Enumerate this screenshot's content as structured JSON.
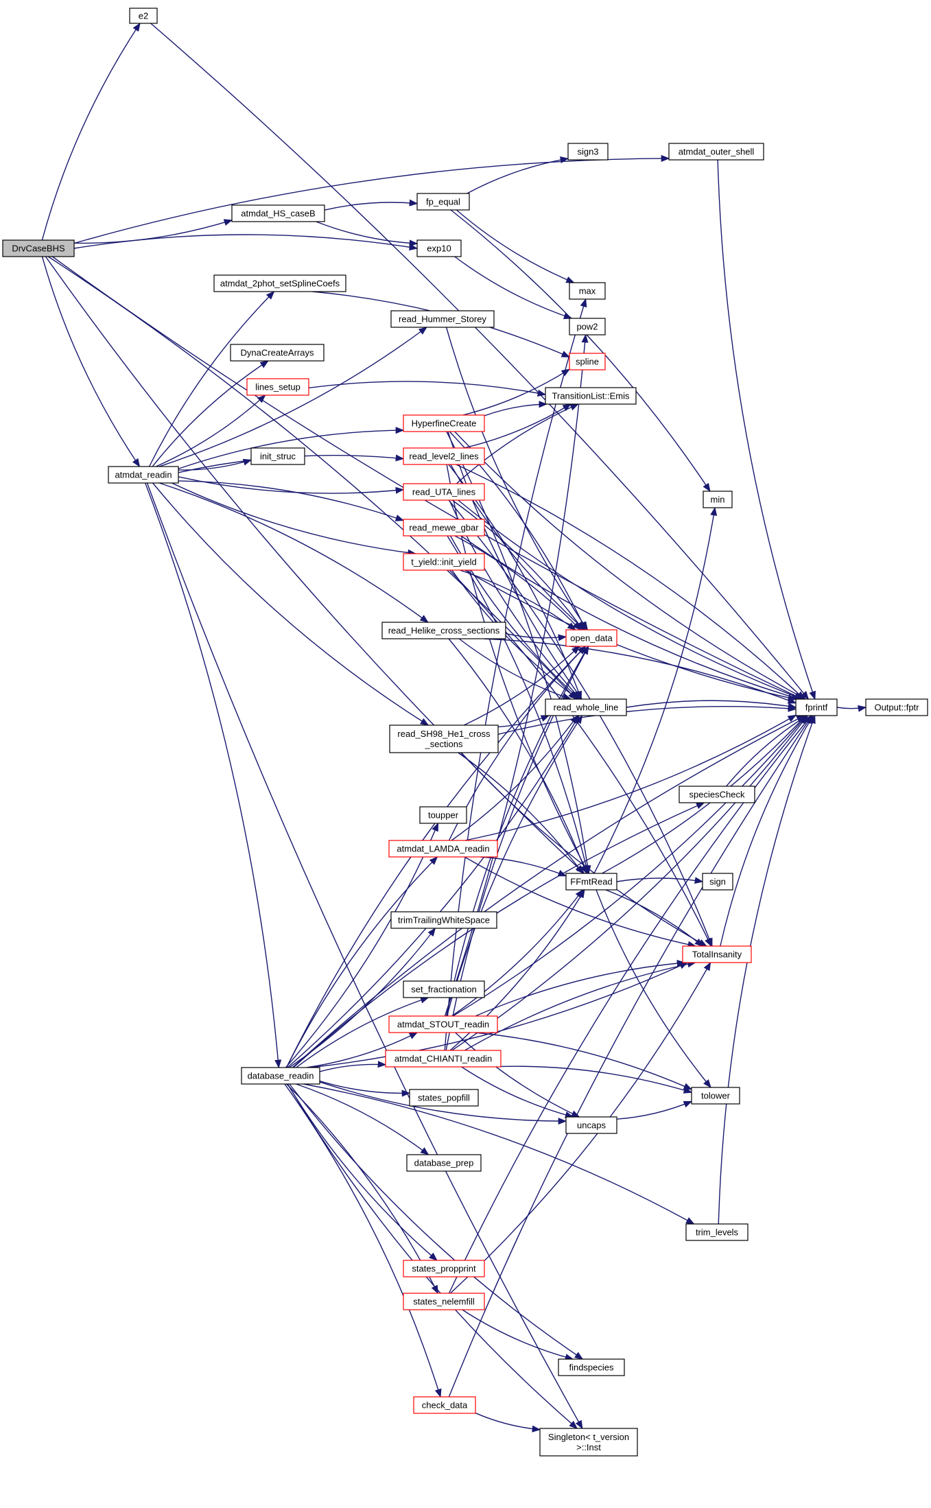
{
  "graph": {
    "nodes": [
      {
        "id": "DrvCaseBHS",
        "label": "DrvCaseBHS",
        "root": true
      },
      {
        "id": "e2",
        "label": "e2"
      },
      {
        "id": "atmdat_outer_shell",
        "label": "atmdat_outer_shell"
      },
      {
        "id": "sign3",
        "label": "sign3"
      },
      {
        "id": "fp_equal",
        "label": "fp_equal"
      },
      {
        "id": "atmdat_HS_caseB",
        "label": "atmdat_HS_caseB"
      },
      {
        "id": "exp10",
        "label": "exp10"
      },
      {
        "id": "atmdat_2phot_setSplineCoefs",
        "label": "atmdat_2phot_setSplineCoefs"
      },
      {
        "id": "max",
        "label": "max"
      },
      {
        "id": "read_Hummer_Storey",
        "label": "read_Hummer_Storey"
      },
      {
        "id": "pow2",
        "label": "pow2"
      },
      {
        "id": "DynaCreateArrays",
        "label": "DynaCreateArrays"
      },
      {
        "id": "spline",
        "label": "spline",
        "red": true
      },
      {
        "id": "lines_setup",
        "label": "lines_setup",
        "red": true
      },
      {
        "id": "TransitionList_Emis",
        "label": "TransitionList::Emis"
      },
      {
        "id": "HyperfineCreate",
        "label": "HyperfineCreate",
        "red": true
      },
      {
        "id": "init_struc",
        "label": "init_struc"
      },
      {
        "id": "read_level2_lines",
        "label": "read_level2_lines",
        "red": true
      },
      {
        "id": "atmdat_readin",
        "label": "atmdat_readin"
      },
      {
        "id": "read_UTA_lines",
        "label": "read_UTA_lines",
        "red": true
      },
      {
        "id": "min",
        "label": "min"
      },
      {
        "id": "read_mewe_gbar",
        "label": "read_mewe_gbar",
        "red": true
      },
      {
        "id": "t_yield_init_yield",
        "label": "t_yield::init_yield",
        "red": true
      },
      {
        "id": "read_Helike_cross_sections",
        "label": "read_Helike_cross_sections"
      },
      {
        "id": "open_data",
        "label": "open_data",
        "red": true
      },
      {
        "id": "read_whole_line",
        "label": "read_whole_line"
      },
      {
        "id": "fprintf",
        "label": "fprintf"
      },
      {
        "id": "Output_fptr",
        "label": "Output::fptr"
      },
      {
        "id": "read_SH98_He1_cross_sections",
        "label": "read_SH98_He1_cross\n_sections"
      },
      {
        "id": "speciesCheck",
        "label": "speciesCheck"
      },
      {
        "id": "toupper",
        "label": "toupper"
      },
      {
        "id": "atmdat_LAMDA_readin",
        "label": "atmdat_LAMDA_readin",
        "red": true
      },
      {
        "id": "FFmtRead",
        "label": "FFmtRead"
      },
      {
        "id": "sign",
        "label": "sign"
      },
      {
        "id": "trimTrailingWhiteSpace",
        "label": "trimTrailingWhiteSpace"
      },
      {
        "id": "TotalInsanity",
        "label": "TotalInsanity",
        "red": true
      },
      {
        "id": "set_fractionation",
        "label": "set_fractionation"
      },
      {
        "id": "atmdat_STOUT_readin",
        "label": "atmdat_STOUT_readin",
        "red": true
      },
      {
        "id": "atmdat_CHIANTI_readin",
        "label": "atmdat_CHIANTI_readin",
        "red": true
      },
      {
        "id": "database_readin",
        "label": "database_readin"
      },
      {
        "id": "tolower",
        "label": "tolower"
      },
      {
        "id": "states_popfill",
        "label": "states_popfill"
      },
      {
        "id": "uncaps",
        "label": "uncaps"
      },
      {
        "id": "database_prep",
        "label": "database_prep"
      },
      {
        "id": "trim_levels",
        "label": "trim_levels"
      },
      {
        "id": "states_propprint",
        "label": "states_propprint",
        "red": true
      },
      {
        "id": "states_nelemfill",
        "label": "states_nelemfill",
        "red": true
      },
      {
        "id": "findspecies",
        "label": "findspecies"
      },
      {
        "id": "check_data",
        "label": "check_data",
        "red": true
      },
      {
        "id": "Singleton_Inst",
        "label": "Singleton< t_version\n>::Inst"
      }
    ],
    "edges": [
      [
        "DrvCaseBHS",
        "e2"
      ],
      [
        "DrvCaseBHS",
        "fprintf"
      ],
      [
        "DrvCaseBHS",
        "atmdat_outer_shell"
      ],
      [
        "DrvCaseBHS",
        "atmdat_HS_caseB"
      ],
      [
        "DrvCaseBHS",
        "exp10"
      ],
      [
        "DrvCaseBHS",
        "atmdat_readin"
      ],
      [
        "DrvCaseBHS",
        "read_whole_line"
      ],
      [
        "DrvCaseBHS",
        "FFmtRead"
      ],
      [
        "e2",
        "fprintf"
      ],
      [
        "atmdat_outer_shell",
        "fprintf"
      ],
      [
        "atmdat_HS_caseB",
        "fp_equal"
      ],
      [
        "atmdat_HS_caseB",
        "exp10"
      ],
      [
        "fp_equal",
        "sign3"
      ],
      [
        "fp_equal",
        "max"
      ],
      [
        "fp_equal",
        "min"
      ],
      [
        "exp10",
        "pow2"
      ],
      [
        "atmdat_readin",
        "atmdat_2phot_setSplineCoefs"
      ],
      [
        "atmdat_readin",
        "read_Hummer_Storey"
      ],
      [
        "atmdat_readin",
        "DynaCreateArrays"
      ],
      [
        "atmdat_readin",
        "lines_setup"
      ],
      [
        "atmdat_readin",
        "HyperfineCreate"
      ],
      [
        "atmdat_readin",
        "init_struc"
      ],
      [
        "atmdat_readin",
        "read_level2_lines"
      ],
      [
        "atmdat_readin",
        "read_UTA_lines"
      ],
      [
        "atmdat_readin",
        "read_mewe_gbar"
      ],
      [
        "atmdat_readin",
        "t_yield_init_yield"
      ],
      [
        "atmdat_readin",
        "read_Helike_cross_sections"
      ],
      [
        "atmdat_readin",
        "read_SH98_He1_cross_sections"
      ],
      [
        "atmdat_readin",
        "database_readin"
      ],
      [
        "atmdat_readin",
        "Singleton_Inst"
      ],
      [
        "atmdat_2phot_setSplineCoefs",
        "spline"
      ],
      [
        "read_Hummer_Storey",
        "open_data"
      ],
      [
        "lines_setup",
        "TransitionList_Emis"
      ],
      [
        "HyperfineCreate",
        "fprintf"
      ],
      [
        "HyperfineCreate",
        "TransitionList_Emis"
      ],
      [
        "HyperfineCreate",
        "spline"
      ],
      [
        "HyperfineCreate",
        "open_data"
      ],
      [
        "HyperfineCreate",
        "read_whole_line"
      ],
      [
        "HyperfineCreate",
        "FFmtRead"
      ],
      [
        "read_level2_lines",
        "TransitionList_Emis"
      ],
      [
        "read_level2_lines",
        "fprintf"
      ],
      [
        "read_level2_lines",
        "open_data"
      ],
      [
        "read_level2_lines",
        "read_whole_line"
      ],
      [
        "read_level2_lines",
        "FFmtRead"
      ],
      [
        "read_UTA_lines",
        "TransitionList_Emis"
      ],
      [
        "read_UTA_lines",
        "fprintf"
      ],
      [
        "read_UTA_lines",
        "open_data"
      ],
      [
        "read_UTA_lines",
        "read_whole_line"
      ],
      [
        "read_UTA_lines",
        "TotalInsanity"
      ],
      [
        "read_mewe_gbar",
        "fprintf"
      ],
      [
        "read_mewe_gbar",
        "open_data"
      ],
      [
        "read_mewe_gbar",
        "read_whole_line"
      ],
      [
        "read_mewe_gbar",
        "FFmtRead"
      ],
      [
        "t_yield_init_yield",
        "fprintf"
      ],
      [
        "t_yield_init_yield",
        "open_data"
      ],
      [
        "t_yield_init_yield",
        "read_whole_line"
      ],
      [
        "t_yield_init_yield",
        "TotalInsanity"
      ],
      [
        "read_Helike_cross_sections",
        "open_data"
      ],
      [
        "read_Helike_cross_sections",
        "fprintf"
      ],
      [
        "read_Helike_cross_sections",
        "read_whole_line"
      ],
      [
        "read_Helike_cross_sections",
        "FFmtRead"
      ],
      [
        "read_SH98_He1_cross_sections",
        "read_whole_line"
      ],
      [
        "read_SH98_He1_cross_sections",
        "fprintf"
      ],
      [
        "read_SH98_He1_cross_sections",
        "open_data"
      ],
      [
        "read_SH98_He1_cross_sections",
        "FFmtRead"
      ],
      [
        "read_SH98_He1_cross_sections",
        "TotalInsanity"
      ],
      [
        "read_whole_line",
        "fprintf"
      ],
      [
        "fprintf",
        "Output_fptr"
      ],
      [
        "speciesCheck",
        "fprintf"
      ],
      [
        "FFmtRead",
        "min"
      ],
      [
        "FFmtRead",
        "sign"
      ],
      [
        "FFmtRead",
        "fprintf"
      ],
      [
        "FFmtRead",
        "TotalInsanity"
      ],
      [
        "FFmtRead",
        "tolower"
      ],
      [
        "TotalInsanity",
        "fprintf"
      ],
      [
        "atmdat_LAMDA_readin",
        "fprintf"
      ],
      [
        "atmdat_LAMDA_readin",
        "FFmtRead"
      ],
      [
        "atmdat_LAMDA_readin",
        "TotalInsanity"
      ],
      [
        "atmdat_LAMDA_readin",
        "open_data"
      ],
      [
        "atmdat_LAMDA_readin",
        "read_whole_line"
      ],
      [
        "atmdat_STOUT_readin",
        "TotalInsanity"
      ],
      [
        "atmdat_STOUT_readin",
        "fprintf"
      ],
      [
        "atmdat_STOUT_readin",
        "tolower"
      ],
      [
        "atmdat_STOUT_readin",
        "uncaps"
      ],
      [
        "atmdat_STOUT_readin",
        "open_data"
      ],
      [
        "atmdat_STOUT_readin",
        "FFmtRead"
      ],
      [
        "atmdat_STOUT_readin",
        "read_whole_line"
      ],
      [
        "atmdat_STOUT_readin",
        "pow2"
      ],
      [
        "atmdat_CHIANTI_readin",
        "TotalInsanity"
      ],
      [
        "atmdat_CHIANTI_readin",
        "fprintf"
      ],
      [
        "atmdat_CHIANTI_readin",
        "tolower"
      ],
      [
        "atmdat_CHIANTI_readin",
        "uncaps"
      ],
      [
        "atmdat_CHIANTI_readin",
        "open_data"
      ],
      [
        "atmdat_CHIANTI_readin",
        "FFmtRead"
      ],
      [
        "atmdat_CHIANTI_readin",
        "max"
      ],
      [
        "uncaps",
        "tolower"
      ],
      [
        "trim_levels",
        "fprintf"
      ],
      [
        "states_nelemfill",
        "TotalInsanity"
      ],
      [
        "states_nelemfill",
        "fprintf"
      ],
      [
        "states_nelemfill",
        "findspecies"
      ],
      [
        "check_data",
        "fprintf"
      ],
      [
        "check_data",
        "Singleton_Inst"
      ],
      [
        "database_readin",
        "speciesCheck"
      ],
      [
        "database_readin",
        "toupper"
      ],
      [
        "database_readin",
        "atmdat_LAMDA_readin"
      ],
      [
        "database_readin",
        "trimTrailingWhiteSpace"
      ],
      [
        "database_readin",
        "set_fractionation"
      ],
      [
        "database_readin",
        "atmdat_STOUT_readin"
      ],
      [
        "database_readin",
        "atmdat_CHIANTI_readin"
      ],
      [
        "database_readin",
        "states_popfill"
      ],
      [
        "database_readin",
        "database_prep"
      ],
      [
        "database_readin",
        "uncaps"
      ],
      [
        "database_readin",
        "trim_levels"
      ],
      [
        "database_readin",
        "states_propprint"
      ],
      [
        "database_readin",
        "states_nelemfill"
      ],
      [
        "database_readin",
        "findspecies"
      ],
      [
        "database_readin",
        "check_data"
      ],
      [
        "database_readin",
        "Singleton_Inst"
      ],
      [
        "database_readin",
        "fprintf"
      ],
      [
        "database_readin",
        "TotalInsanity"
      ],
      [
        "database_readin",
        "open_data"
      ],
      [
        "database_readin",
        "read_whole_line"
      ]
    ]
  }
}
